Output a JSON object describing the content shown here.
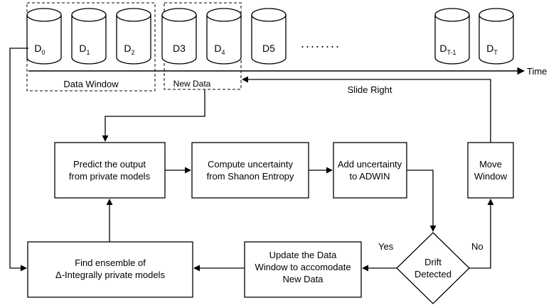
{
  "colors": {
    "stroke": "#000000",
    "background": "#ffffff"
  },
  "time_axis": {
    "label": "Time"
  },
  "data_blocks": [
    {
      "label": "D",
      "sub": "0"
    },
    {
      "label": "D",
      "sub": "1"
    },
    {
      "label": "D",
      "sub": "2"
    },
    {
      "label": "D3",
      "sub": ""
    },
    {
      "label": "D",
      "sub": "4"
    },
    {
      "label": "D5",
      "sub": ""
    },
    {
      "label": "D",
      "sub": "T-1"
    },
    {
      "label": "D",
      "sub": "T"
    }
  ],
  "ellipsis": "........",
  "data_window_label": "Data Window",
  "new_data_label": "New Data",
  "slide_right_label": "Slide Right",
  "boxes": {
    "predict": [
      "Predict the output",
      "from private models"
    ],
    "compute": [
      "Compute uncertainty",
      "from Shanon Entropy"
    ],
    "add": [
      "Add uncertainty",
      "to ADWIN"
    ],
    "move": [
      "Move",
      "Window"
    ],
    "find": [
      "Find ensemble of",
      "Δ-Integrally private models"
    ],
    "update": [
      "Update the Data",
      "Window to accomodate",
      "New Data"
    ]
  },
  "decision": [
    "Drift",
    "Detected"
  ],
  "yes_label": "Yes",
  "no_label": "No"
}
